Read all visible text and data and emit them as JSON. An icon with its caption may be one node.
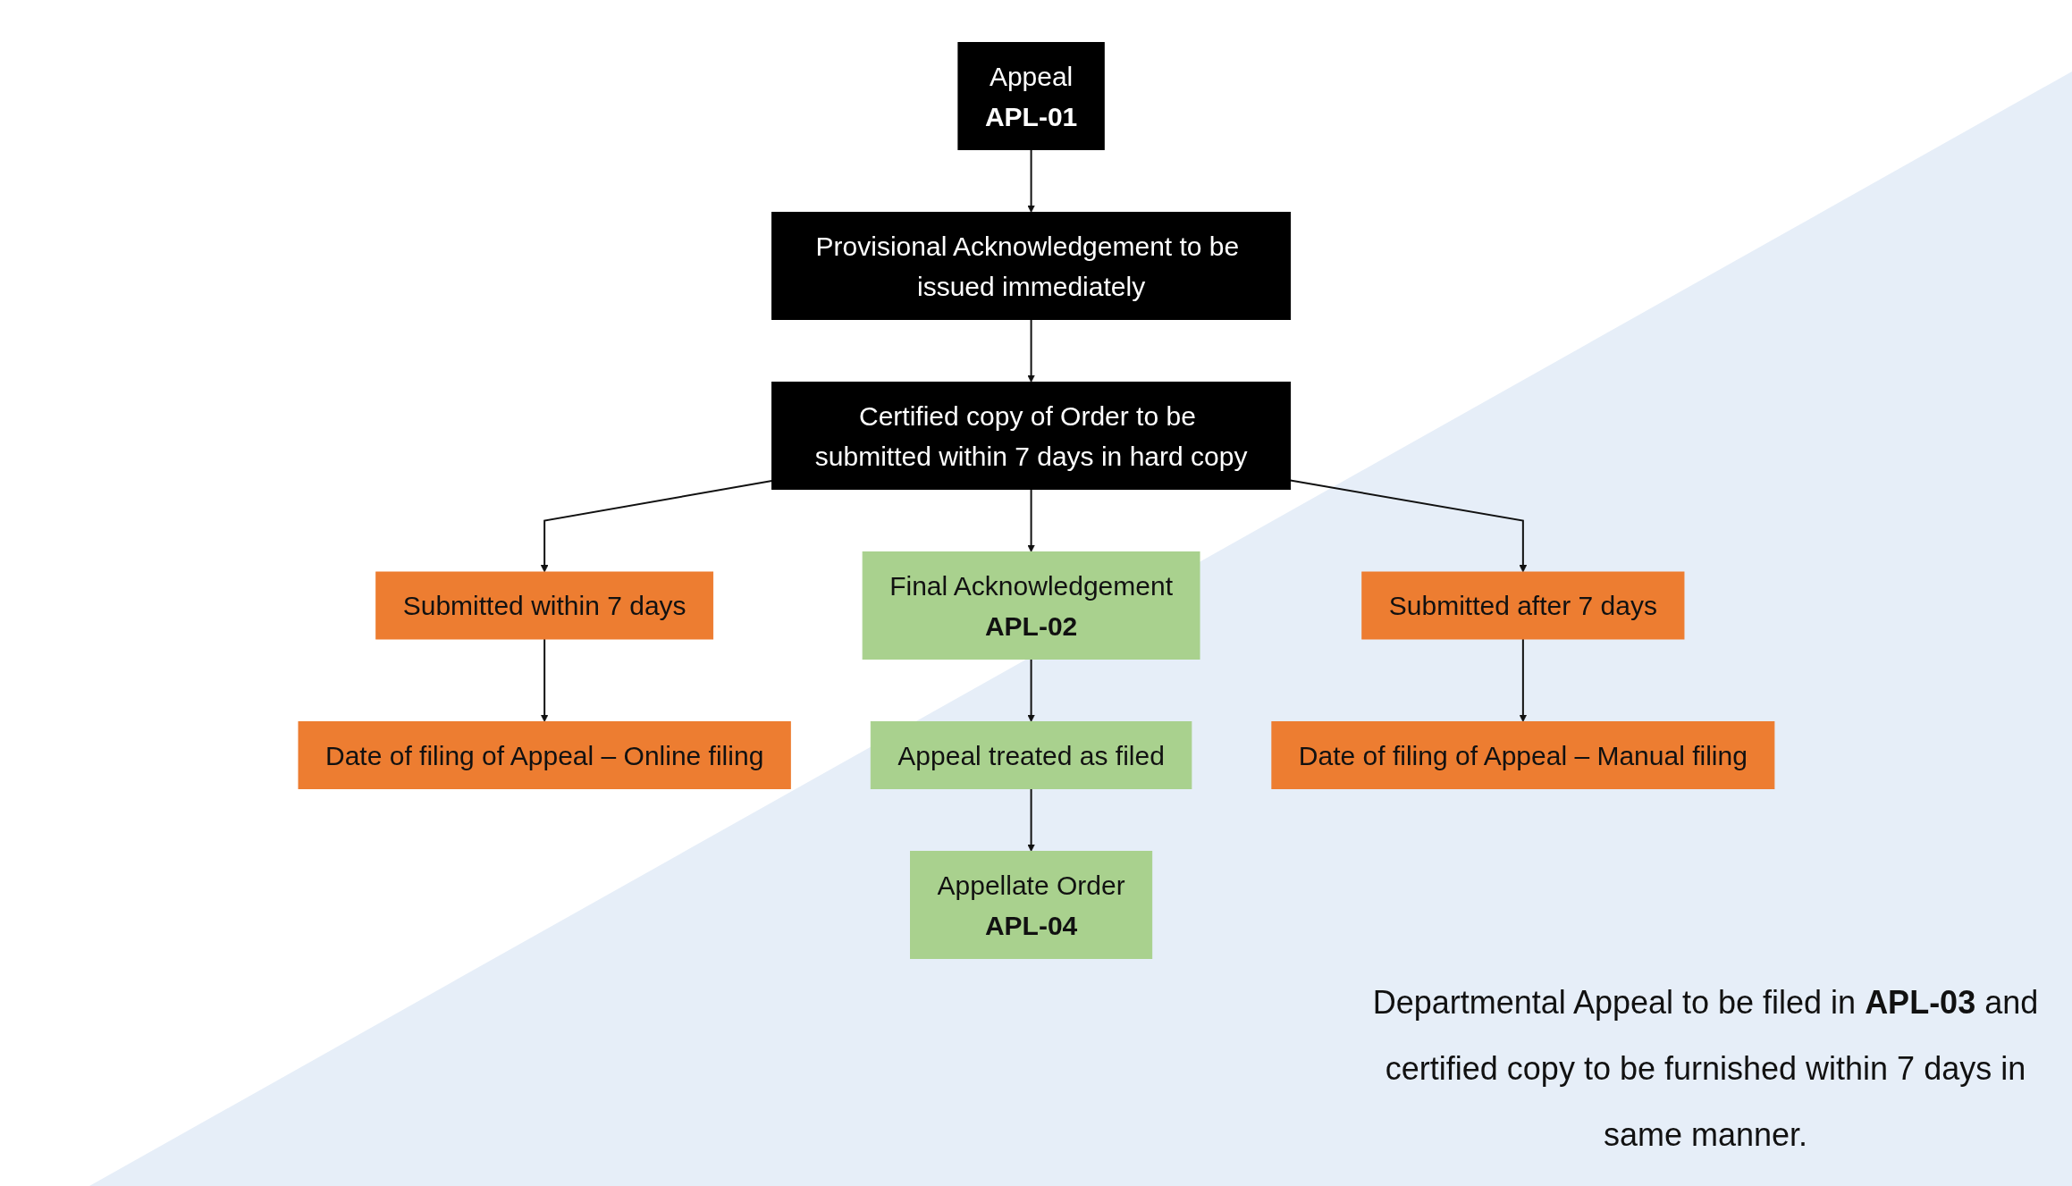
{
  "diagram": {
    "nodes": [
      {
        "text": [
          "Appeal",
          "APL-01"
        ]
      },
      {
        "text": [
          "Provisional Acknowledgement to be issued immediately"
        ]
      },
      {
        "text": [
          "Certified copy of Order to be submitted within 7 days in hard copy"
        ]
      },
      {
        "text": [
          "Submitted within 7 days"
        ]
      },
      {
        "text": [
          "Final Acknowledgement",
          "APL-02"
        ]
      },
      {
        "text": [
          "Submitted after 7 days"
        ]
      },
      {
        "text": [
          "Date of filing of Appeal – Online filing"
        ]
      },
      {
        "text": [
          "Appeal treated as filed"
        ]
      },
      {
        "text": [
          "Date of filing of Appeal – Manual filing"
        ]
      },
      {
        "text": [
          "Appellate Order",
          "APL-04"
        ]
      }
    ],
    "edges": [
      {
        "from": 0,
        "to": 1,
        "arrow": "to"
      },
      {
        "from": 1,
        "to": 2,
        "arrow": "to"
      },
      {
        "from": 2,
        "to": 3,
        "arrow": "to"
      },
      {
        "from": 2,
        "to": 4,
        "arrow": "to"
      },
      {
        "from": 2,
        "to": 5,
        "arrow": "to"
      },
      {
        "from": 3,
        "to": 6,
        "arrow": "to"
      },
      {
        "from": 4,
        "to": 7,
        "arrow": "to"
      },
      {
        "from": 5,
        "to": 8,
        "arrow": "to"
      },
      {
        "from": 7,
        "to": 9,
        "arrow": "to"
      }
    ],
    "labels": [
      "Departmental Appeal to be filed in **APL-03** and certified copy to be furnished within 7 days in same manner."
    ]
  }
}
